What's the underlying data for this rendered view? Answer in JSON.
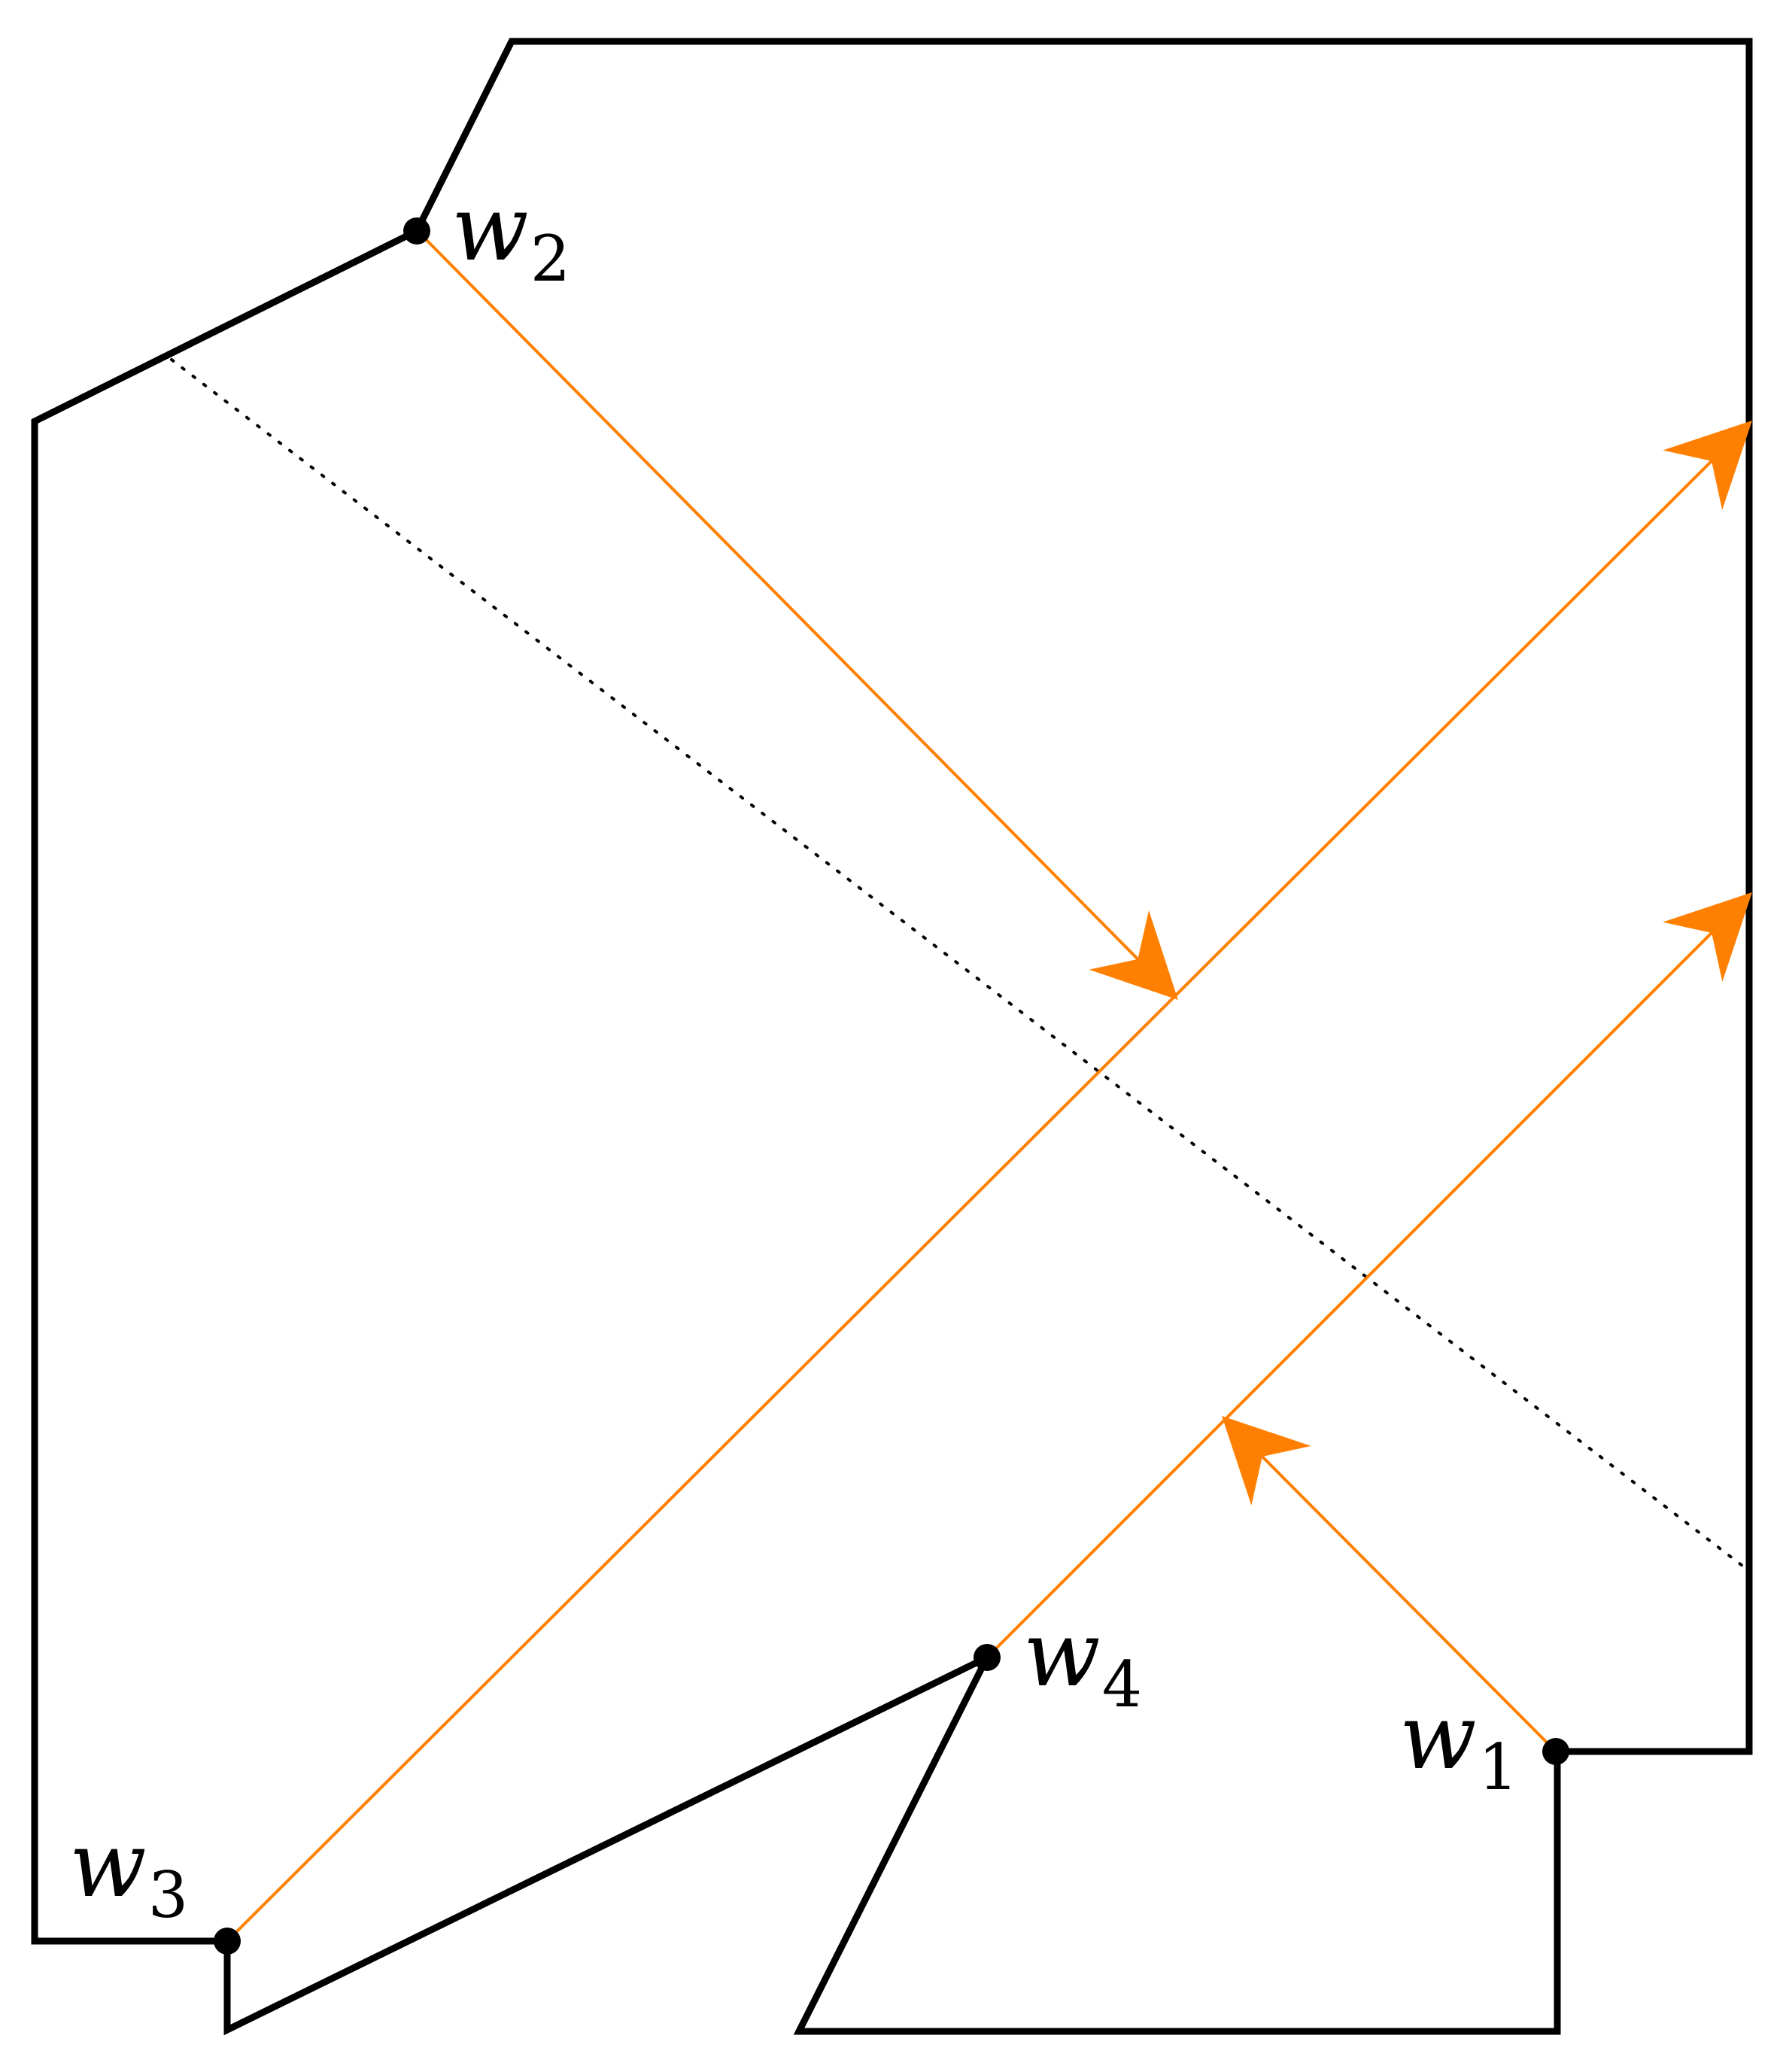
{
  "diagram": {
    "vertices": [
      {
        "id": "w1",
        "base": "w",
        "sub": "1"
      },
      {
        "id": "w2",
        "base": "w",
        "sub": "2"
      },
      {
        "id": "w3",
        "base": "w",
        "sub": "3"
      },
      {
        "id": "w4",
        "base": "w",
        "sub": "4"
      }
    ]
  },
  "colors": {
    "outline": "#000000",
    "ray": "#ff8000",
    "dotted": "#000000",
    "vertex": "#000000",
    "background": "#ffffff"
  }
}
